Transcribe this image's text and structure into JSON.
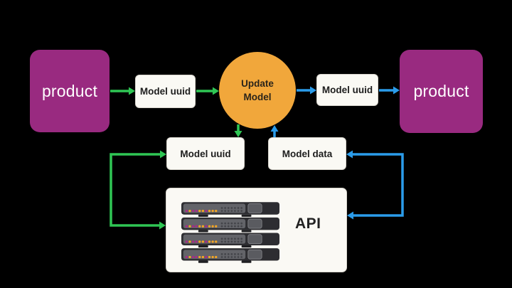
{
  "diagram": {
    "background": "#000000",
    "nodes": {
      "product_left": {
        "label": "product"
      },
      "product_right": {
        "label": "product"
      },
      "update_model": {
        "label": "Update Model"
      },
      "model_uuid_top_left": {
        "label": "Model uuid"
      },
      "model_uuid_top_right": {
        "label": "Model uuid"
      },
      "model_uuid_mid": {
        "label": "Model uuid"
      },
      "model_data": {
        "label": "Model data"
      },
      "api": {
        "label": "API",
        "icon": "server-rack-icon"
      }
    },
    "colors": {
      "product_fill": "#992A80",
      "update_model_fill": "#F1A73B",
      "box_fill": "#FAF9F4",
      "box_border": "#D8D5CD",
      "uuid_flow_arrow": "#2FC654",
      "data_flow_arrow": "#2B9CEA",
      "text_dark": "#1D1D1D",
      "led_orange": "#F5A623",
      "led_magenta": "#A62B87"
    }
  }
}
